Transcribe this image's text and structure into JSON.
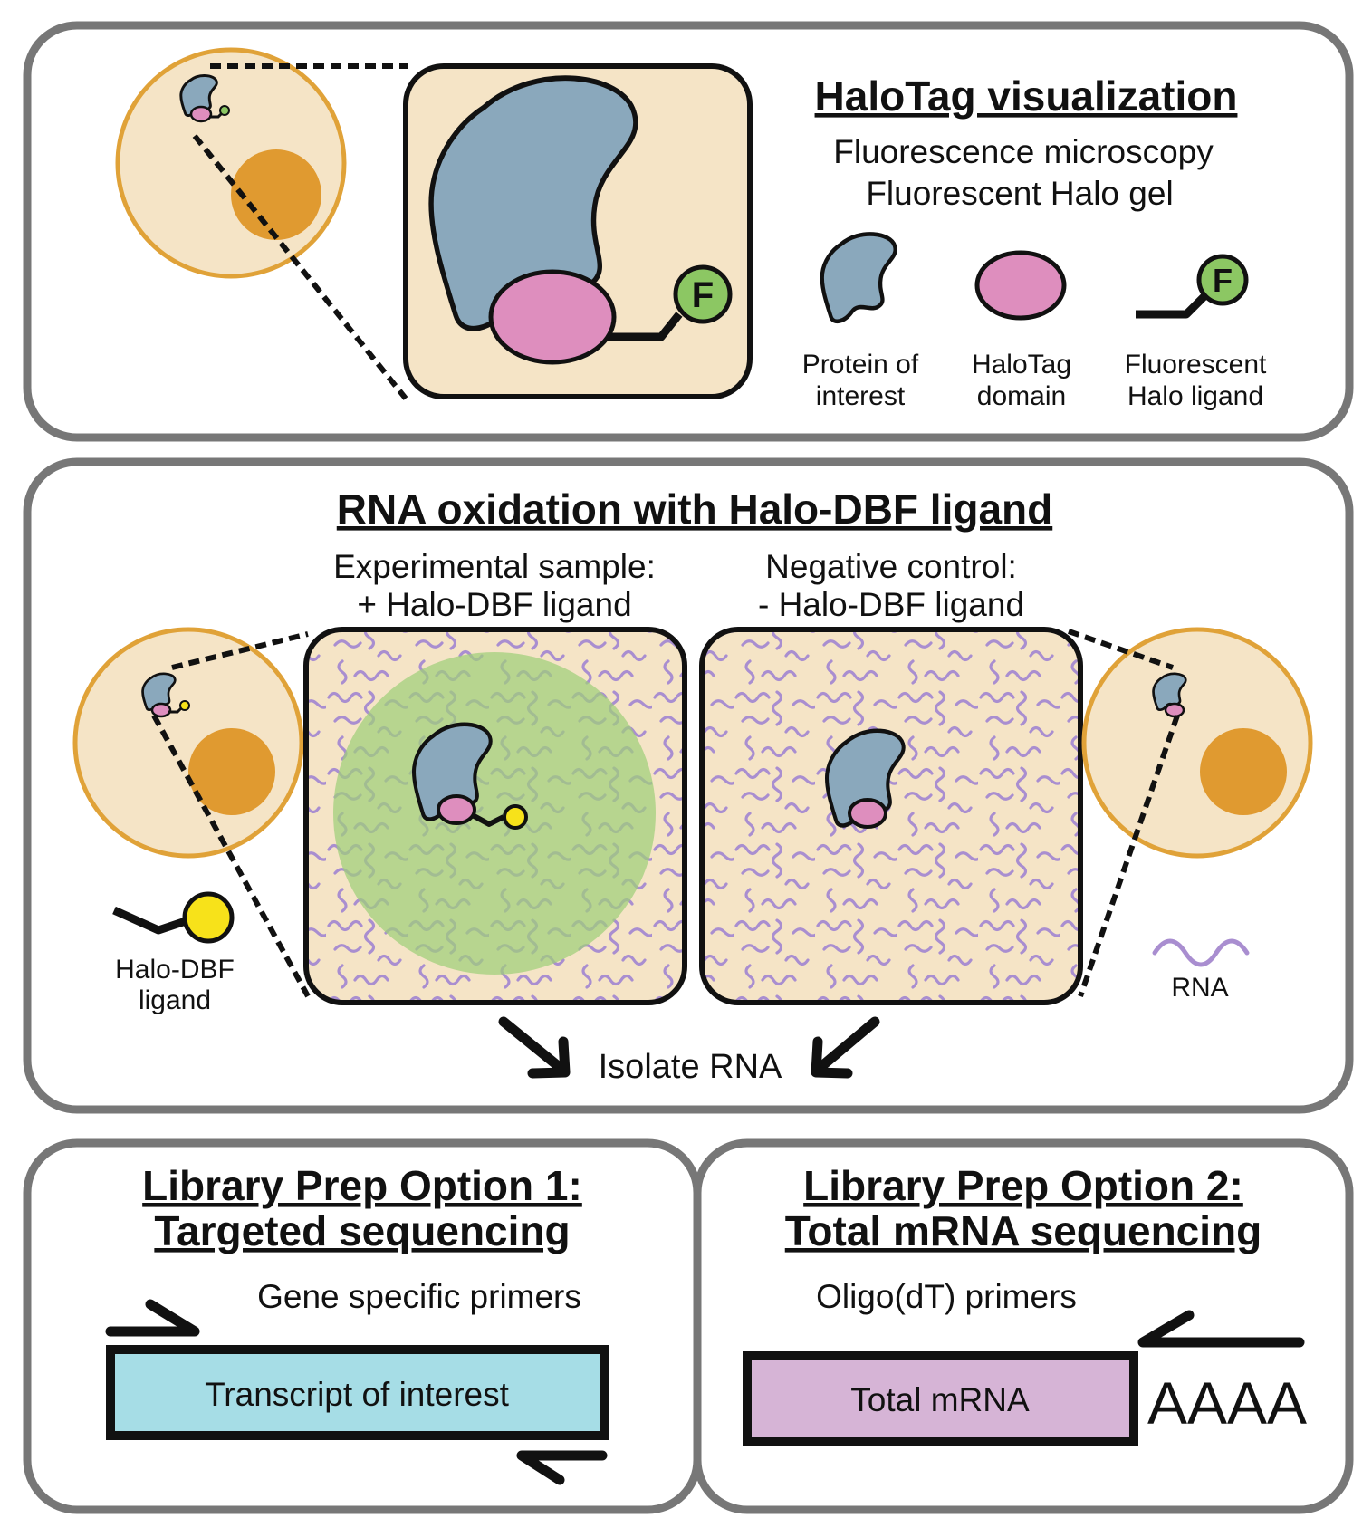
{
  "panel1": {
    "title": "HaloTag visualization",
    "methods": [
      "Fluorescence microscopy",
      "Fluorescent Halo gel"
    ],
    "legend": {
      "protein": [
        "Protein of",
        "interest"
      ],
      "halotag": [
        "HaloTag",
        "domain"
      ],
      "ligand": [
        "Fluorescent",
        "Halo ligand"
      ]
    },
    "fluor_letter": "F"
  },
  "panel2": {
    "title": "RNA oxidation with Halo-DBF ligand",
    "experimental": [
      "Experimental sample:",
      "+ Halo-DBF ligand"
    ],
    "control": [
      "Negative control:",
      "- Halo-DBF ligand"
    ],
    "ligand_label": [
      "Halo-DBF",
      "ligand"
    ],
    "rna_label": "RNA",
    "isolate": "Isolate RNA"
  },
  "panel3": {
    "title": [
      "Library Prep Option 1:",
      "Targeted sequencing"
    ],
    "primer": "Gene specific primers",
    "transcript": "Transcript of interest"
  },
  "panel4": {
    "title": [
      "Library Prep Option 2:",
      "Total mRNA sequencing"
    ],
    "primer": "Oligo(dT) primers",
    "transcript": "Total mRNA",
    "polya": "AAAA"
  },
  "colors": {
    "cell": "#f5e4c6",
    "cell_border": "#e0a238",
    "nucleus": "#e09a30",
    "protein": "#8aa8bc",
    "halotag": "#de8ebe",
    "fluor_green": "#8cc763",
    "dbf_yellow": "#f7e21a",
    "rna": "#a98ed0",
    "glow": "#a6cf80",
    "transcript_blue": "#a6dde6",
    "mrna_purple": "#d6b4d6",
    "panel_border": "#777777"
  }
}
